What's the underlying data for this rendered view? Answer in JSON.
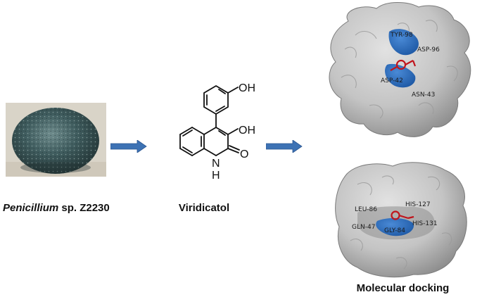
{
  "left": {
    "caption_genus": "Penicillium",
    "caption_rest": " sp. Z2230"
  },
  "middle": {
    "caption": "Viridicatol",
    "atoms": {
      "oh_top": "OH",
      "oh_ring": "OH",
      "oxo": "O",
      "nh_n": "N",
      "nh_h": "H"
    }
  },
  "right": {
    "caption": "Molecular docking",
    "top_residues": [
      "TYR-98",
      "ASP-96",
      "ASP-42",
      "ASN-43"
    ],
    "bottom_residues": [
      "LEU-86",
      "HIS-127",
      "GLN-47",
      "GLY-84",
      "HIS-131"
    ]
  },
  "colors": {
    "arrow": "#3d72b4",
    "surface": "#c8c8c8",
    "pocket": "#2d6fc0",
    "ligand": "#c0141c"
  }
}
